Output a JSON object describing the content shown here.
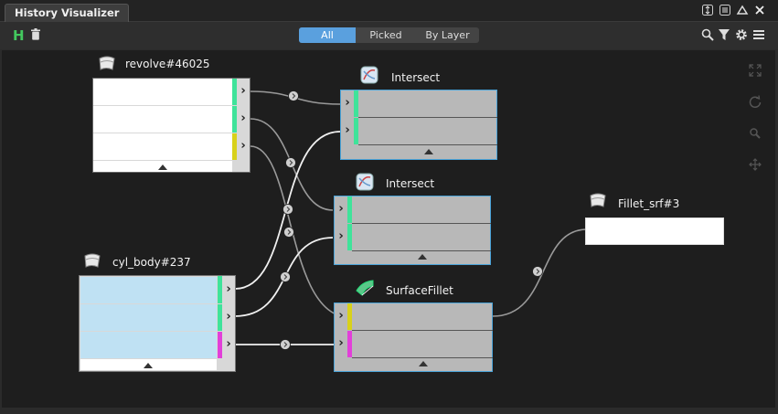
{
  "window": {
    "tab_label": "History Visualizer"
  },
  "toolbar": {
    "logo_letter": "H",
    "filters": [
      "All",
      "Picked",
      "By Layer"
    ],
    "active_filter": "All"
  },
  "nodes": {
    "revolve": {
      "title": "revolve#46025",
      "icon": "surface-revolve-icon"
    },
    "cylbody": {
      "title": "cyl_body#237",
      "icon": "surface-body-icon"
    },
    "intersect1": {
      "title": "Intersect",
      "icon": "intersect-icon"
    },
    "intersect2": {
      "title": "Intersect",
      "icon": "intersect-icon"
    },
    "surfacefillet": {
      "title": "SurfaceFillet",
      "icon": "surface-fillet-icon"
    },
    "filletsrf": {
      "title": "Fillet_srf#3",
      "icon": "surface-icon"
    }
  },
  "colors": {
    "green_port": "#3fe39a",
    "yellow_port": "#d8d11a",
    "magenta_port": "#e23fd9",
    "node_blue_border": "#4aa3d8",
    "node_gray": "#b8b8b8",
    "cyl_row": "#bfe1f3",
    "accent": "#5aa0de"
  }
}
